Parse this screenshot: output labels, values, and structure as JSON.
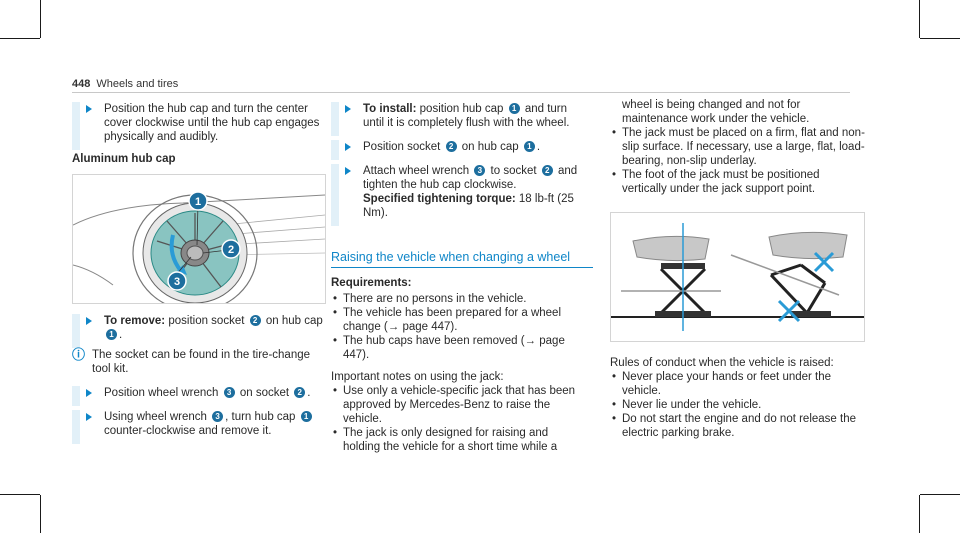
{
  "page": {
    "number": "448",
    "section": "Wheels and tires"
  },
  "col1": {
    "step1": "Position the hub cap and turn the center cover clockwise until the hub cap engages physically and audibly.",
    "heading": "Aluminum hub cap",
    "step2_label": "To remove:",
    "step2_text_a": "position socket",
    "step2_text_b": "on hub cap",
    "note": "The socket can be found in the tire-change tool kit.",
    "step3_a": "Position wheel wrench",
    "step3_b": "on socket",
    "step4_a": "Using wheel wrench",
    "step4_b": ", turn hub cap",
    "step4_c": "counter-clockwise and remove it."
  },
  "col2": {
    "step1_label": "To install:",
    "step1_a": "position hub cap",
    "step1_b": "and turn until it is completely flush with the wheel.",
    "step2_a": "Position socket",
    "step2_b": "on hub cap",
    "step3_a": "Attach wheel wrench",
    "step3_b": "to socket",
    "step3_c": "and tighten the hub cap clockwise.",
    "torque_label": "Specified tightening torque:",
    "torque_value": "18 lb-ft (25 Nm).",
    "heading": "Raising the vehicle when changing a wheel",
    "req_label": "Requirements:",
    "req": [
      "There are no persons in the vehicle.",
      "The vehicle has been prepared for a wheel change (→ page 447).",
      "The hub caps have been removed (→ page 447)."
    ],
    "jack_notes_intro": "Important notes on using the jack:",
    "jack_notes": [
      "Use only a vehicle-specific jack that has been approved by Mercedes-Benz to raise the vehicle.",
      "The jack is only designed for raising and holding the vehicle for a short time while a"
    ]
  },
  "col3": {
    "cont": "wheel is being changed and not for maintenance work under the vehicle.",
    "bullets": [
      "The jack must be placed on a firm, flat and non-slip surface. If necessary, use a large, flat, load-bearing, non-slip underlay.",
      "The foot of the jack must be positioned vertically under the jack support point."
    ],
    "rules_intro": "Rules of conduct when the vehicle is raised:",
    "rules": [
      "Never place your hands or feet under the vehicle.",
      "Never lie under the vehicle.",
      "Do not start the engine and do not release the electric parking brake."
    ]
  },
  "badges": {
    "one": "1",
    "two": "2",
    "three": "3"
  },
  "colors": {
    "accent": "#0f86c8",
    "badge": "#1d6e9e",
    "step_bar": "#e2f0f8",
    "cross": "#2a9bd6"
  }
}
